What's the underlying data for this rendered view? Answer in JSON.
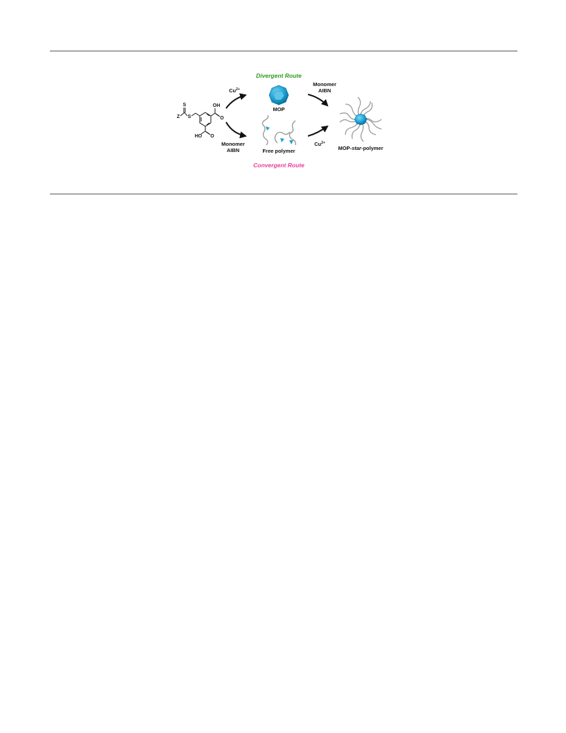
{
  "scheme": {
    "divergent_route": "Divergent Route",
    "convergent_route": "Convergent Route",
    "copper_label": "Cu²⁺",
    "copper_ion": "Cu",
    "copper_charge": "2+",
    "monomer": "Monomer",
    "initiator": "AIBN",
    "mop_label": "MOP",
    "free_polymer_label": "Free polymer",
    "product_label_prefix": "MOP-",
    "product_label_italic": "star",
    "product_label_suffix": "-polymer",
    "atoms": {
      "Z": "Z",
      "S1": "S",
      "S2": "S",
      "OH1": "OH",
      "OH2": "HO",
      "O1": "O",
      "O2": "O"
    },
    "colors": {
      "divergent": "#2e9a1f",
      "convergent": "#e8409a",
      "mop_cage": "#1ba3d6",
      "polymer_chain": "#9a9a9a",
      "arrow": "#111111"
    }
  }
}
